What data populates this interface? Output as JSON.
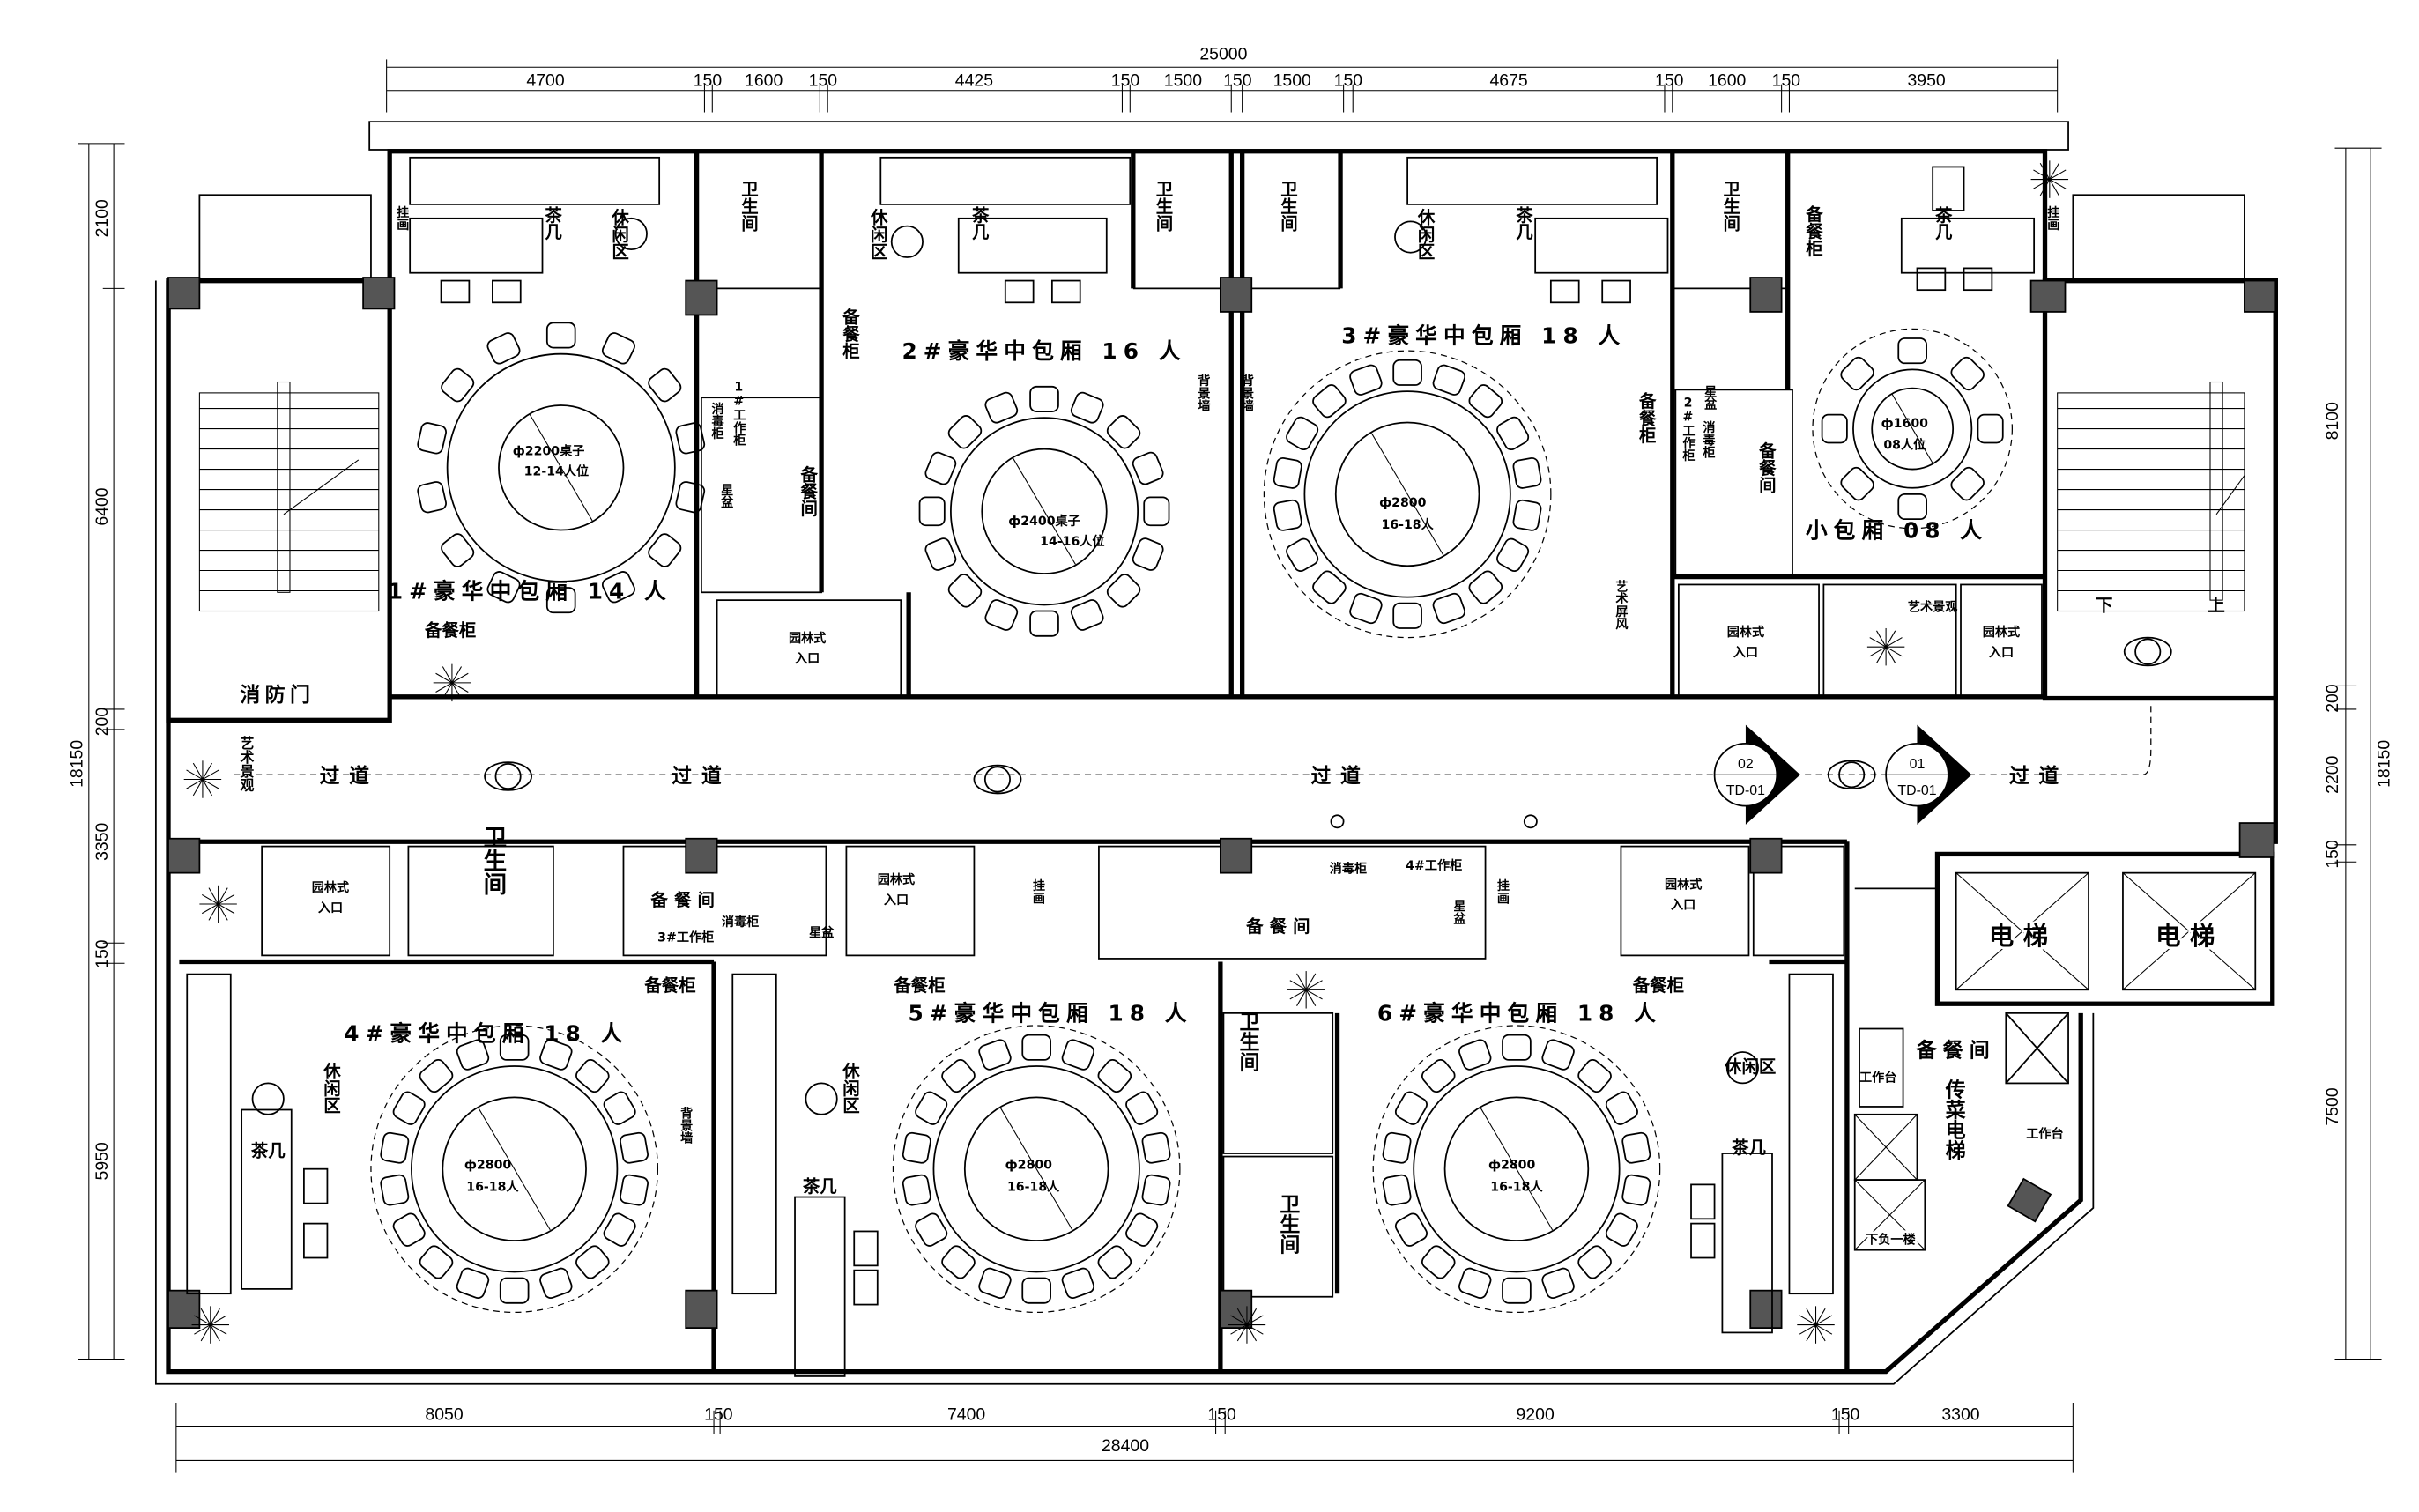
{
  "dimensions": {
    "top_total": "25000",
    "top": [
      "4700",
      "150",
      "1600",
      "150",
      "4425",
      "150",
      "1500",
      "150",
      "1500",
      "150",
      "4675",
      "150",
      "1600",
      "150",
      "3950"
    ],
    "bottom_total": "28400",
    "bottom": [
      "8050",
      "150",
      "7400",
      "150",
      "9200",
      "150",
      "3300"
    ],
    "left_total": "18150",
    "left": [
      "2100",
      "6400",
      "200",
      "3350",
      "150",
      "5950"
    ],
    "right_total": "18150",
    "right": [
      "8100",
      "200",
      "2200",
      "150",
      "7500"
    ]
  },
  "rooms": [
    {
      "name": "1#豪华中包厢",
      "seats": "14 人",
      "table": "ф2200桌子",
      "capacity": "12-14人位",
      "chairs": 14
    },
    {
      "name": "2#豪华中包厢",
      "seats": "16 人",
      "table": "ф2400桌子",
      "capacity": "14-16人位",
      "chairs": 16
    },
    {
      "name": "3#豪华中包厢",
      "seats": "18 人",
      "table": "ф2800",
      "capacity": "16-18人",
      "chairs": 18
    },
    {
      "name": "小包厢",
      "seats": "08 人",
      "table": "ф1600",
      "capacity": "08人位",
      "chairs": 8
    },
    {
      "name": "4#豪华中包厢",
      "seats": "18 人",
      "table": "ф2800",
      "capacity": "16-18人",
      "chairs": 18
    },
    {
      "name": "5#豪华中包厢",
      "seats": "18 人",
      "table": "ф2800",
      "capacity": "16-18人",
      "chairs": 18
    },
    {
      "name": "6#豪华中包厢",
      "seats": "18 人",
      "table": "ф2800",
      "capacity": "16-18人",
      "chairs": 18
    }
  ],
  "labels": {
    "lounge": "休闲区",
    "tea_table": "茶几",
    "restroom": "卫生间",
    "sideboard": "备餐柜",
    "pantry": "备餐间",
    "garden_entrance_1": "园林式",
    "garden_entrance_2": "入口",
    "corridor": "过道",
    "fire_door": "消防门",
    "elevator": "电梯",
    "service_elevator": "传菜电梯",
    "to_b1": "下负一楼",
    "workbench": "工作台",
    "art_landscape": "艺术景观",
    "art_screen": "艺术屏风",
    "background_wall": "背景墙",
    "painting": "挂画",
    "disinfection_cabinet": "消毒柜",
    "sink": "星盆",
    "work_cabinet_1": "1#工作柜",
    "work_cabinet_2": "2#工作柜",
    "work_cabinet_3": "3#工作柜",
    "work_cabinet_4": "4#工作柜",
    "stair_down": "下",
    "stair_up": "上"
  },
  "section_markers": [
    {
      "number": "02",
      "sheet": "TD-01"
    },
    {
      "number": "01",
      "sheet": "TD-01"
    }
  ]
}
